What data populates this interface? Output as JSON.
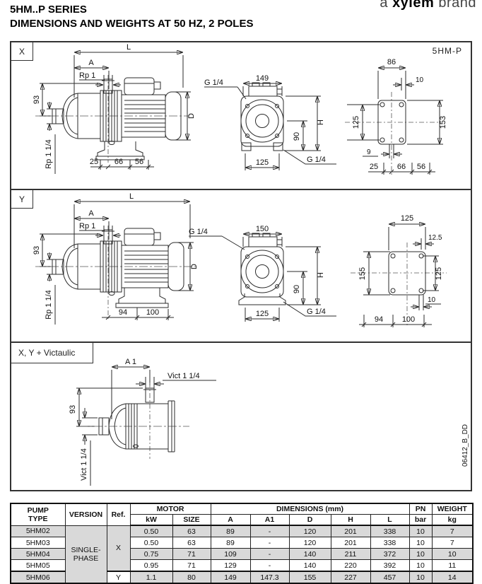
{
  "header": {
    "series": "5HM..P SERIES",
    "subtitle": "DIMENSIONS AND WEIGHTS AT 50 HZ, 2 POLES",
    "brand_a": "a",
    "brand_name": "xylem",
    "brand_word": "brand"
  },
  "panel_x": {
    "tag": "X",
    "model": "5HM-P",
    "side": {
      "L": "L",
      "A": "A",
      "rp1": "Rp 1",
      "h93": "93",
      "rp114": "Rp 1 1/4",
      "b1": "25",
      "b2": "66",
      "b3": "56",
      "D": "D",
      "g14": "G 1/4"
    },
    "front": {
      "w": "149",
      "H": "H",
      "c": "90",
      "b": "125",
      "g14": "G 1/4"
    },
    "plate": {
      "w": "86",
      "off": "10",
      "hl": "125",
      "hr": "153",
      "slot": "9",
      "b1": "25",
      "b2": "66",
      "b3": "56"
    }
  },
  "panel_y": {
    "tag": "Y",
    "side": {
      "L": "L",
      "A": "A",
      "rp1": "Rp 1",
      "h93": "93",
      "rp114": "Rp 1 1/4",
      "b1": "94",
      "b2": "100",
      "D": "D",
      "g14": "G 1/4"
    },
    "front": {
      "w": "150",
      "H": "H",
      "c": "90",
      "b": "125",
      "g14": "G 1/4"
    },
    "plate": {
      "w": "125",
      "off": "12.5",
      "hl": "155",
      "hr": "125",
      "slot": "10",
      "b1": "94",
      "b2": "100"
    }
  },
  "panel_vict": {
    "tag": "X, Y + Victaulic",
    "a1": "A 1",
    "vict": "Vict 1 1/4",
    "h93": "93",
    "vict_v": "Vict 1 1/4",
    "doc_code": "06412_B_DD"
  },
  "table": {
    "h_pump": "PUMP",
    "h_type": "TYPE",
    "h_version": "VERSION",
    "h_ref": "Ref.",
    "h_motor": "MOTOR",
    "h_kw": "kW",
    "h_size": "SIZE",
    "h_dims": "DIMENSIONS (mm)",
    "h_a": "A",
    "h_a1": "A1",
    "h_d": "D",
    "h_h": "H",
    "h_l": "L",
    "h_pn": "PN",
    "h_bar": "bar",
    "h_weight": "WEIGHT",
    "h_kg": "kg",
    "version_l1": "SINGLE-",
    "version_l2": "PHASE",
    "ref_x": "X",
    "ref_y": "Y",
    "rows": [
      {
        "type": "5HM02",
        "kw": "0.50",
        "size": "63",
        "a": "89",
        "a1": "-",
        "d": "120",
        "h": "201",
        "l": "338",
        "pn": "10",
        "kg": "7"
      },
      {
        "type": "5HM03",
        "kw": "0.50",
        "size": "63",
        "a": "89",
        "a1": "-",
        "d": "120",
        "h": "201",
        "l": "338",
        "pn": "10",
        "kg": "7"
      },
      {
        "type": "5HM04",
        "kw": "0.75",
        "size": "71",
        "a": "109",
        "a1": "-",
        "d": "140",
        "h": "211",
        "l": "372",
        "pn": "10",
        "kg": "10"
      },
      {
        "type": "5HM05",
        "kw": "0.95",
        "size": "71",
        "a": "129",
        "a1": "-",
        "d": "140",
        "h": "220",
        "l": "392",
        "pn": "10",
        "kg": "11"
      },
      {
        "type": "5HM06",
        "kw": "1.1",
        "size": "80",
        "a": "149",
        "a1": "147.3",
        "d": "155",
        "h": "227",
        "l": "457",
        "pn": "10",
        "kg": "14"
      }
    ]
  }
}
